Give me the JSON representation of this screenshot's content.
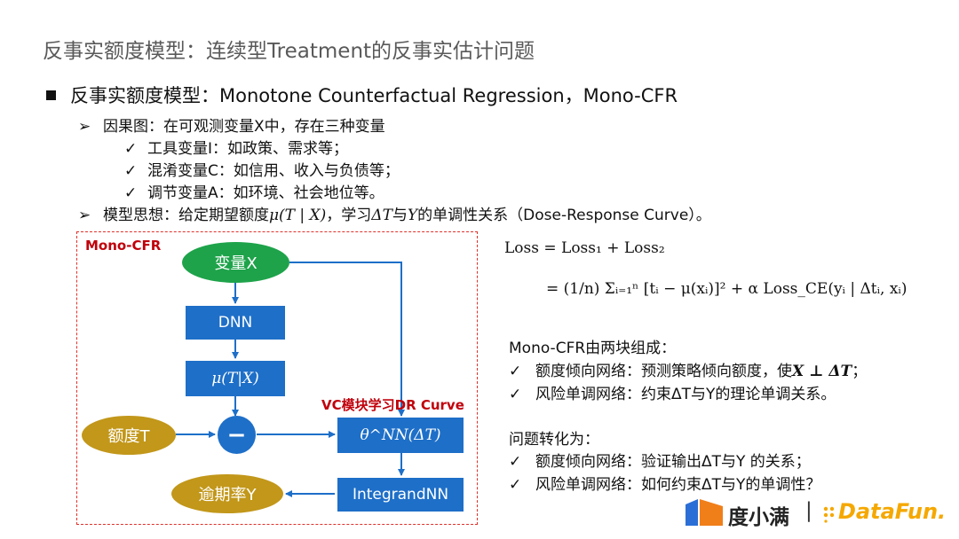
{
  "page_title": "反事实额度模型：连续型Treatment的反事实估计问题",
  "main_bullet": "反事实额度模型：Monotone Counterfactual Regression，Mono-CFR",
  "causal_graph": {
    "heading": "因果图：在可观测变量X中，存在三种变量",
    "items": [
      "工具变量I：如政策、需求等；",
      "混淆变量C：如信用、收入与负债等；",
      "调节变量A：如环境、社会地位等。"
    ]
  },
  "model_idea": {
    "prefix": "模型思想：给定期望额度",
    "mu_expr": "μ(T | X)",
    "middle": "，学习",
    "dt": "ΔT",
    "and": "与",
    "y": "Y",
    "suffix": "的单调性关系（Dose-Response Curve）。"
  },
  "diagram": {
    "frame_label": "Mono-CFR",
    "vc_label": "VC模块学习DR Curve",
    "node_x": "变量X",
    "node_dnn": "DNN",
    "node_mu": "μ(T|X)",
    "node_t": "额度T",
    "node_minus": "−",
    "node_theta": "θ^NN(ΔT)",
    "node_integrand": "IntegrandNN",
    "node_y": "逾期率Y",
    "colors": {
      "green": "#1ea34a",
      "blue": "#1e6fc8",
      "gold": "#c2971a",
      "red": "#c0000b"
    }
  },
  "loss_formula": {
    "line1": "Loss = Loss₁ + Loss₂",
    "line2": "= (1/n) Σᵢ₌₁ⁿ [tᵢ − μ(xᵢ)]² + α Loss_CE(yᵢ | Δtᵢ, xᵢ)"
  },
  "composition": {
    "heading": "Mono-CFR由两块组成：",
    "item1_text": "额度倾向网络：预测策略倾向额度，使",
    "item1_math": "X ⊥ ΔT",
    "item1_end": "；",
    "item2_text": "风险单调网络：约束ΔT与Y的理论单调关系。"
  },
  "problem": {
    "heading": "问题转化为：",
    "item1": "额度倾向网络：验证输出ΔT与Y 的关系；",
    "item2": "风险单调网络：如何约束ΔT与Y的单调性？"
  },
  "logos": {
    "duxiaoman": "度小满",
    "divider": "|",
    "datafun": "DataFun."
  }
}
